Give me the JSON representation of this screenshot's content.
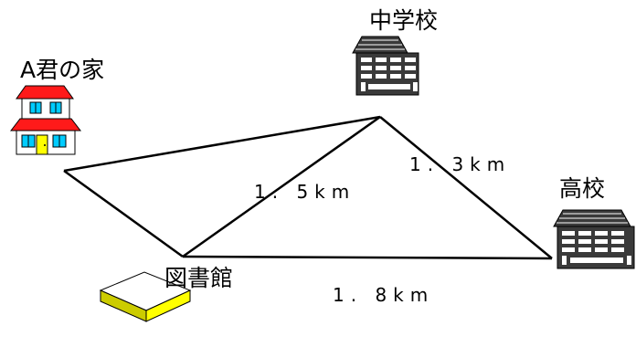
{
  "places": {
    "home": "A君の家",
    "junior_high": "中学校",
    "high_school": "高校",
    "library": "図書館"
  },
  "distances": {
    "junior_high_to_high_school": "1. 3km",
    "library_to_junior_high": "1. 5km",
    "library_to_high_school": "1. 8km"
  },
  "colors": {
    "roof": "#ff1a1a",
    "house_wall": "#ffffff",
    "window_glass": "#00ccff",
    "door": "#ffff00",
    "school_dark": "#3a3a3a",
    "box_top": "#ffffff",
    "box_side": "#cccc00",
    "box_front": "#ffff00",
    "lines": "#000000"
  }
}
